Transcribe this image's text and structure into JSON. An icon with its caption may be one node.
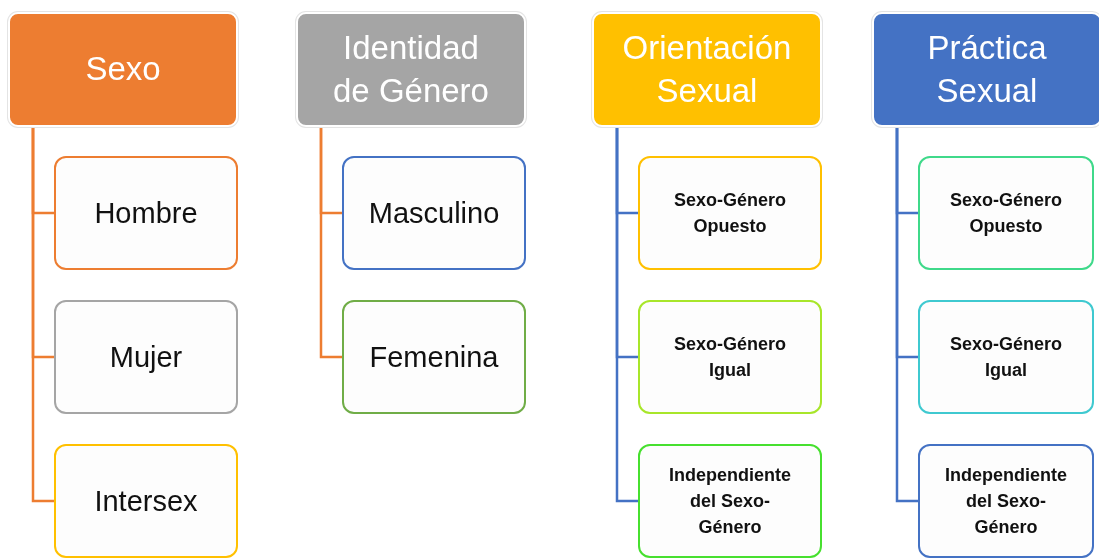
{
  "diagram": {
    "nodes": [
      {
        "text": [
          "Sexo"
        ]
      },
      {
        "text": [
          "Hombre"
        ]
      },
      {
        "text": [
          "Mujer"
        ]
      },
      {
        "text": [
          "Intersex"
        ]
      },
      {
        "text": [
          "Identidad de Género"
        ]
      },
      {
        "text": [
          "Masculino"
        ]
      },
      {
        "text": [
          "Femenina"
        ]
      },
      {
        "text": [
          "Orientación Sexual"
        ]
      },
      {
        "text": [
          "Sexo-Género Opuesto"
        ]
      },
      {
        "text": [
          "Sexo-Género Igual"
        ]
      },
      {
        "text": [
          "Independiente del Sexo-Género"
        ]
      },
      {
        "text": [
          "Práctica Sexual"
        ]
      },
      {
        "text": [
          "Sexo-Género Opuesto"
        ]
      },
      {
        "text": [
          "Sexo-Género Igual"
        ]
      },
      {
        "text": [
          "Independiente del Sexo-Género"
        ]
      }
    ],
    "edges": [
      {
        "from": 0,
        "to": 1,
        "arrow": "none",
        "color": "#ed7d31"
      },
      {
        "from": 0,
        "to": 2,
        "arrow": "none",
        "color": "#ed7d31"
      },
      {
        "from": 0,
        "to": 3,
        "arrow": "none",
        "color": "#ed7d31"
      },
      {
        "from": 4,
        "to": 5,
        "arrow": "none",
        "color": "#ed7d31"
      },
      {
        "from": 4,
        "to": 6,
        "arrow": "none",
        "color": "#ed7d31"
      },
      {
        "from": 7,
        "to": 8,
        "arrow": "none"
      },
      {
        "from": 7,
        "to": 9,
        "arrow": "none"
      },
      {
        "from": 7,
        "to": 10,
        "arrow": "none"
      },
      {
        "from": 11,
        "to": 12,
        "arrow": "none"
      },
      {
        "from": 11,
        "to": 13,
        "arrow": "none"
      },
      {
        "from": 11,
        "to": 14,
        "arrow": "none"
      }
    ]
  }
}
